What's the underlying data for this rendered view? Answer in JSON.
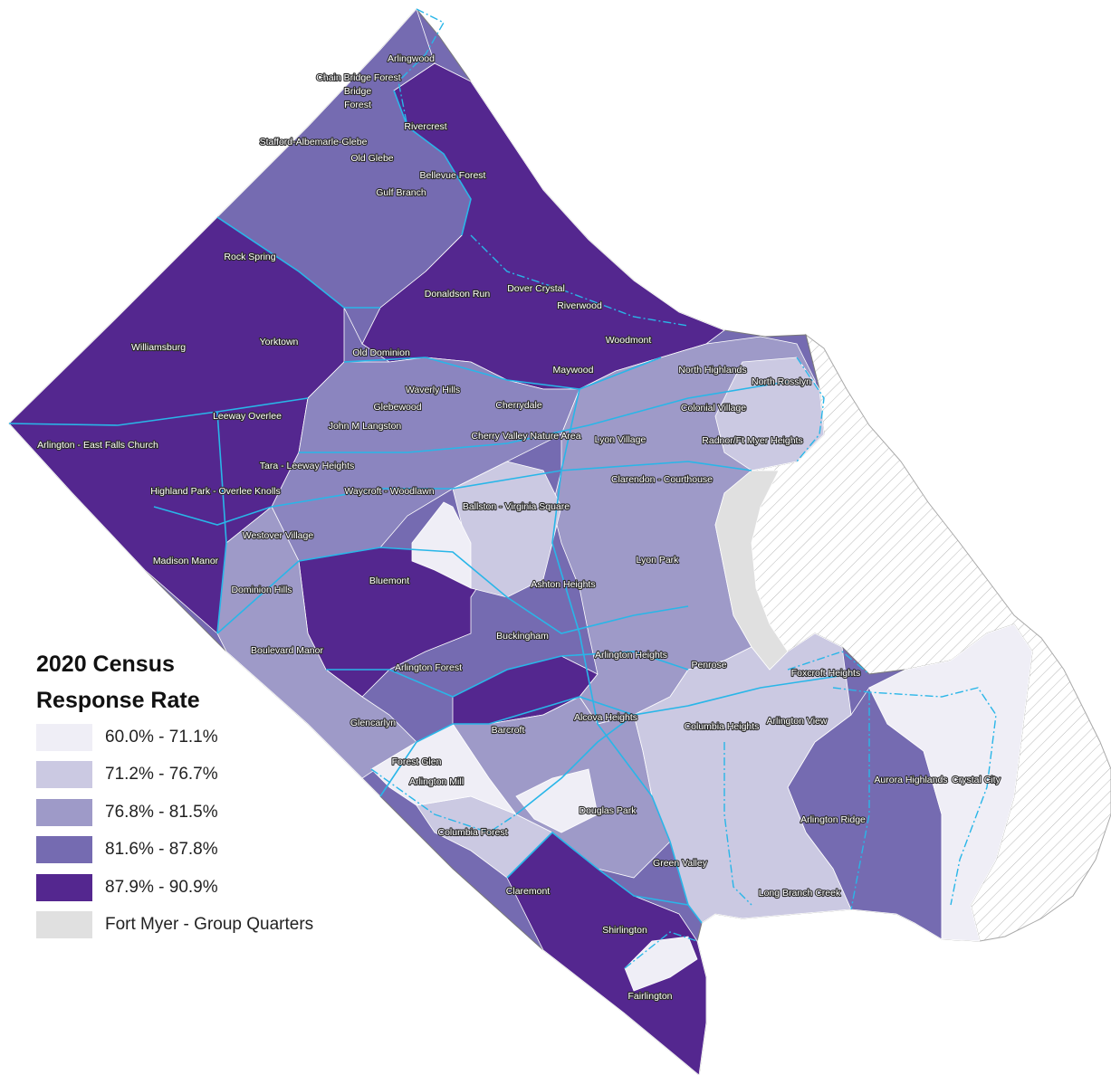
{
  "legend": {
    "title_line1": "2020 Census",
    "title_line2": "Response Rate",
    "items": [
      {
        "label": "60.0% - 71.1%",
        "color": "#efeef6"
      },
      {
        "label": "71.2% - 76.7%",
        "color": "#cbc9e2"
      },
      {
        "label": "76.8% - 81.5%",
        "color": "#9e9ac8"
      },
      {
        "label": "81.6% - 87.8%",
        "color": "#756bb1"
      },
      {
        "label": "87.9% - 90.9%",
        "color": "#54278f"
      },
      {
        "label": "Fort Myer - Group Quarters",
        "color": "#e0e0e0"
      }
    ]
  },
  "boundary_color": "#29b6e8",
  "neighborhoods": [
    "Arlingwood",
    "Chain Bridge Forest",
    "Bridge",
    "Forest",
    "Rivercrest",
    "Stafford-Albemarle-Glebe",
    "Old Glebe",
    "Bellevue Forest",
    "Gulf Branch",
    "Rock Spring",
    "Donaldson Run",
    "Dover Crystal",
    "Riverwood",
    "Woodmont",
    "Williamsburg",
    "Yorktown",
    "Old Dominion",
    "Maywood",
    "North Highlands",
    "North Rosslyn",
    "Waverly Hills",
    "Glebewood",
    "Cherrydale",
    "Colonial Village",
    "Leeway Overlee",
    "John M Langston",
    "Cherry Valley Nature Area",
    "Lyon Village",
    "Radnor/Ft Myer Heights",
    "Arlington - East Falls Church",
    "Tara - Leeway Heights",
    "Clarendon - Courthouse",
    "Highland Park - Overlee Knolls",
    "Waycroft - Woodlawn",
    "Ballston - Virginia Square",
    "Westover Village",
    "Lyon Park",
    "Madison Manor",
    "Bluemont",
    "Ashton Heights",
    "Dominion Hills",
    "Buckingham",
    "Boulevard Manor",
    "Arlington Heights",
    "Penrose",
    "Arlington Forest",
    "Foxcroft Heights",
    "Alcova Heights",
    "Glencarlyn",
    "Barcroft",
    "Columbia Heights",
    "Arlington View",
    "Forest Glen",
    "Arlington Mill",
    "Aurora Highlands",
    "Crystal City",
    "Douglas Park",
    "Columbia Forest",
    "Arlington Ridge",
    "Green Valley",
    "Claremont",
    "Long Branch Creek",
    "Shirlington",
    "Fairlington"
  ]
}
